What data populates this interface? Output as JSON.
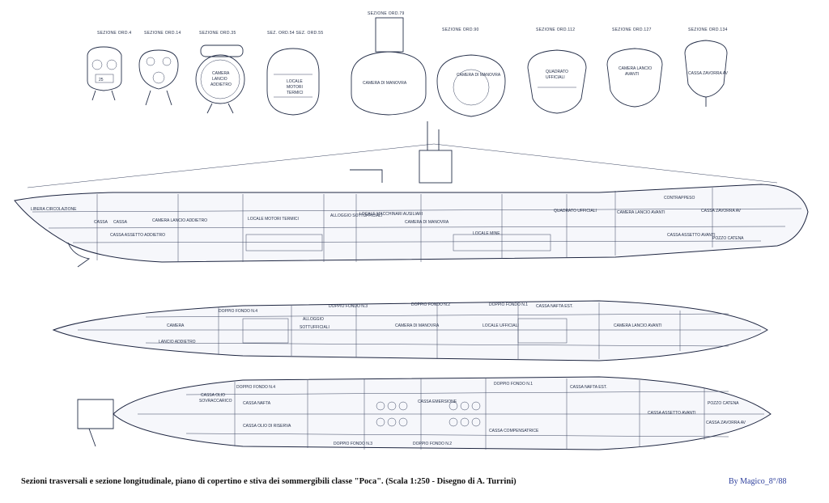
{
  "sections": [
    {
      "label": "SEZIONE ORD.4",
      "inner": [
        "25"
      ]
    },
    {
      "label": "SEZIONE ORD.14",
      "inner": []
    },
    {
      "label": "SEZIONE ORD.35",
      "inner": [
        "CAMERA",
        "LANCIO",
        "ADDIETRO"
      ]
    },
    {
      "label": "SEZ. ORD.54 SEZ. ORD.55",
      "inner": [
        "LOCALE",
        "MOTORI",
        "TERMICI"
      ]
    },
    {
      "label": "SEZIONE ORD.79",
      "inner": [
        "CAMERA DI MANOVRA"
      ]
    },
    {
      "label": "SEZIONE ORD.90",
      "inner": [
        "CAMERA DI MANOVRA"
      ]
    },
    {
      "label": "SEZIONE ORD.112",
      "inner": [
        "QUADRATO",
        "UFFICIALI"
      ]
    },
    {
      "label": "SEZIONE ORD.127",
      "inner": [
        "CAMERA LANCIO",
        "AVANTI"
      ]
    },
    {
      "label": "SEZIONE ORD.134",
      "inner": [
        "CASSA ZAVORRA AV"
      ]
    }
  ],
  "profile_labels": [
    "LIBERA CIRCOLAZIONE",
    "CASSA",
    "CASSA",
    "CASSA ASSETTO ADDIETRO",
    "CAMERA LANCIO ADDIETRO",
    "LOCALE MOTORI TERMICI",
    "ALLOGGIO SOTTUFFICIALI",
    "LOCALE MACCHINARI AUSILIARI",
    "CAMERA DI MANOVRA",
    "LOCALE MINE",
    "QUADRATO UFFICIALI",
    "CAMERA LANCIO AVANTI",
    "CASSA ZAVORRA AV",
    "CASSA ASSETTO AVANTI",
    "POZZO CATENA",
    "CONTRAPPESO"
  ],
  "deck_labels": [
    "CAMERA",
    "LANCIO ADDIETRO",
    "DOPPIO FONDO N.4",
    "DOPPIO FONDO N.3",
    "DOPPIO FONDO N.2",
    "DOPPIO FONDO N.1",
    "ALLOGGIO",
    "SOTTUFFICIALI",
    "CAMERA DI MANOVRA",
    "LOCALE UFFICIALI",
    "CAMERA LANCIO AVANTI",
    "CASSA NAFTA EST."
  ],
  "hold_labels": [
    "CASSA OLIO",
    "SOVRACCARICO",
    "CASSA NAFTA",
    "CASSA OLIO DI RISERVA",
    "CASSA EMERSIONE",
    "CASSA COMPENSATRICE",
    "CASSA NAFTA EST.",
    "CASSA ASSETTO AVANTI",
    "POZZO CATENA",
    "CASSA ZAVORRA AV",
    "DOPPIO FONDO N.4",
    "DOPPIO FONDO N.3",
    "DOPPIO FONDO N.2",
    "DOPPIO FONDO N.1"
  ],
  "caption": "Sezioni trasversali e sezione longitudinale, piano di copertino e stiva dei sommergibili classe \"Poca\". (Scala 1:250 - Disegno di A. Turrini)",
  "signature": "By Magico_8°/88",
  "colors": {
    "ink": "#1d2540",
    "signature": "#2d3f9c",
    "paper": "#ffffff"
  }
}
